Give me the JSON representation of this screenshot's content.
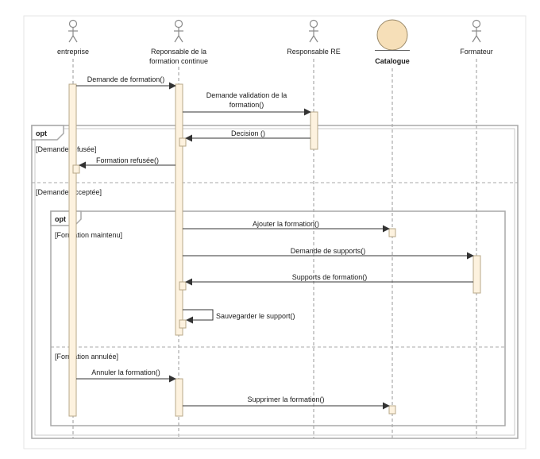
{
  "participants": [
    {
      "id": "entreprise",
      "kind": "actor",
      "label_lines": [
        "entreprise"
      ]
    },
    {
      "id": "responsable-formation",
      "kind": "actor",
      "label_lines": [
        "Reponsable de la",
        "formation continue"
      ]
    },
    {
      "id": "responsable-re",
      "kind": "actor",
      "label_lines": [
        "Responsable RE"
      ]
    },
    {
      "id": "catalogue",
      "kind": "entity",
      "label_lines": [
        "Catalogue"
      ]
    },
    {
      "id": "formateur",
      "kind": "actor",
      "label_lines": [
        "Formateur"
      ]
    }
  ],
  "fragments": [
    {
      "operator": "opt",
      "guards": [
        "[Demande refusée]",
        "[Demande acceptée]"
      ]
    },
    {
      "operator": "opt",
      "guards": [
        "[Formation maintenu]",
        "[Formation annulée]"
      ]
    }
  ],
  "messages": [
    {
      "from": "entreprise",
      "to": "responsable-formation",
      "label_lines": [
        "Demande de formation()"
      ],
      "kind": "sync"
    },
    {
      "from": "responsable-formation",
      "to": "responsable-re",
      "label_lines": [
        "Demande validation de la",
        "formation()"
      ],
      "kind": "sync"
    },
    {
      "from": "responsable-re",
      "to": "responsable-formation",
      "label_lines": [
        "Decision ()"
      ],
      "kind": "reply"
    },
    {
      "from": "responsable-formation",
      "to": "entreprise",
      "label_lines": [
        "Formation refusée()"
      ],
      "kind": "reply"
    },
    {
      "from": "responsable-formation",
      "to": "catalogue",
      "label_lines": [
        "Ajouter la formation()"
      ],
      "kind": "sync"
    },
    {
      "from": "responsable-formation",
      "to": "formateur",
      "label_lines": [
        "Demande de supports()"
      ],
      "kind": "sync"
    },
    {
      "from": "formateur",
      "to": "responsable-formation",
      "label_lines": [
        "Supports de formation()"
      ],
      "kind": "reply"
    },
    {
      "from": "responsable-formation",
      "to": "responsable-formation",
      "label_lines": [
        "Sauvegarder le support()"
      ],
      "kind": "self"
    },
    {
      "from": "entreprise",
      "to": "responsable-formation",
      "label_lines": [
        "Annuler la formation()"
      ],
      "kind": "sync"
    },
    {
      "from": "responsable-formation",
      "to": "catalogue",
      "label_lines": [
        "Supprimer la formation()"
      ],
      "kind": "sync"
    }
  ],
  "colors": {
    "line": "#333333",
    "lifeline": "#9a9a9a",
    "frame": "#a8a8a8",
    "activation_fill": "#fdf2df",
    "activation_stroke": "#b8a888",
    "entity_fill": "#f6dfb8",
    "entity_stroke": "#9b8a6a",
    "actor": "#8a8a8a"
  }
}
